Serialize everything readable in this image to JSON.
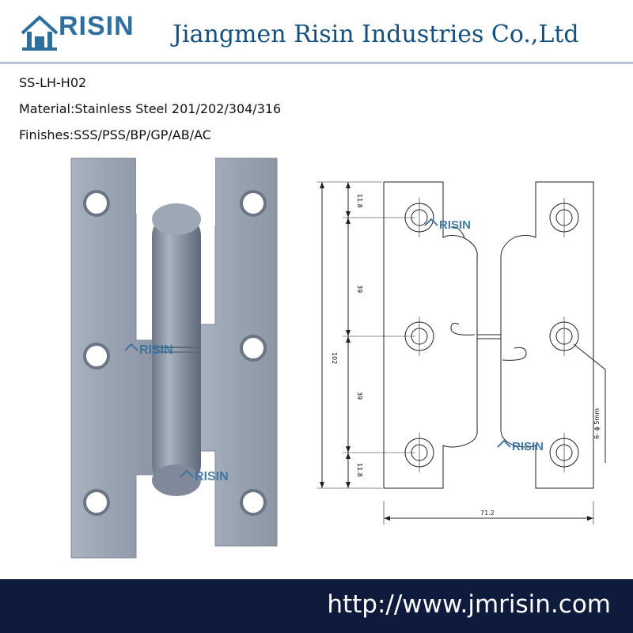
{
  "brand": {
    "logo_text": "RISIN",
    "company_name": "Jiangmen Risin Industries Co.,Ltd",
    "url": "http://www.jmrisin.com"
  },
  "product": {
    "model": "SS-LH-H02",
    "material": "Material:Stainless Steel 201/202/304/316",
    "finishes": "Finishes:SSS/PSS/BP/GP/AB/AC"
  },
  "drawing": {
    "dim_top": "11.8",
    "dim_upper": "39",
    "dim_lower": "39",
    "dim_bottom": "11.8",
    "dim_height": "102",
    "dim_width": "71.2",
    "hole_spec": "6- ϕ 5mm"
  },
  "watermark": "RISIN",
  "colors": {
    "brand_blue": "#14507f",
    "footer_navy": "#0f1b3d",
    "steel": "#9aa4b3"
  }
}
